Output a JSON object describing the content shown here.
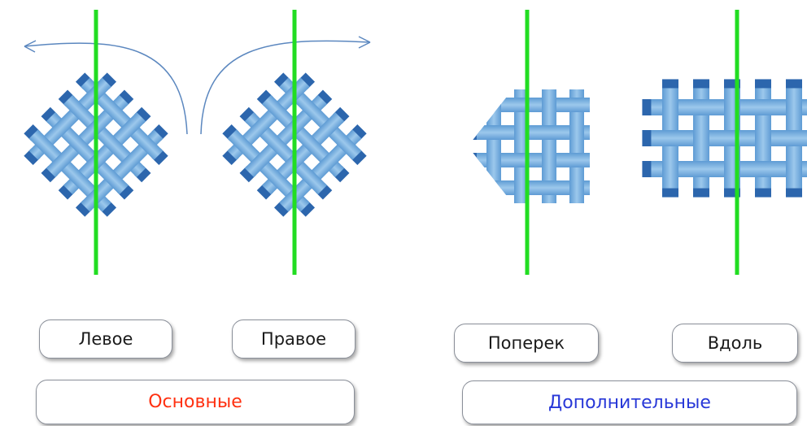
{
  "colors": {
    "strip_light": "#9cc8ec",
    "strip_mid": "#5e9bd4",
    "strip_dark": "#2c66ad",
    "fold_line": "#22dd22",
    "arrow": "#5b87bf",
    "main_label": "#ff3010",
    "extra_label": "#2838d8"
  },
  "panels": [
    {
      "id": "left",
      "weave": "diagonal-lattice",
      "arrow": "curved-arrow-left"
    },
    {
      "id": "right",
      "weave": "diagonal-lattice",
      "arrow": "curved-arrow-right"
    },
    {
      "id": "cross",
      "weave": "pointed-lattice",
      "arrow": null
    },
    {
      "id": "along",
      "weave": "straight-lattice",
      "arrow": null
    }
  ],
  "labels": {
    "left": "Левое",
    "right": "Правое",
    "cross": "Поперек",
    "along": "Вдоль"
  },
  "groups": {
    "main": "Основные",
    "extra": "Дополнительные"
  }
}
